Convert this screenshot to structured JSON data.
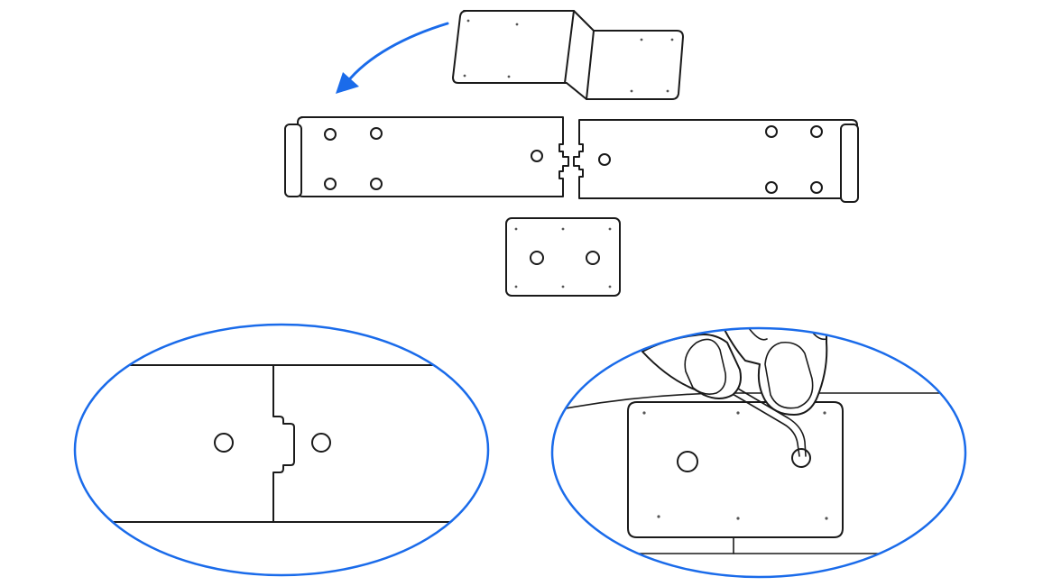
{
  "diagram": {
    "description_visible_text": "",
    "accent_color": "#1a6bea",
    "line_color": "#1a1a1a",
    "background_color": "#ffffff",
    "parts": [
      {
        "id": "bent-bracket",
        "icon": "bent-bracket-icon"
      },
      {
        "id": "left-rail",
        "icon": "rail-icon"
      },
      {
        "id": "right-rail",
        "icon": "rail-icon"
      },
      {
        "id": "connector-plate",
        "icon": "plate-icon"
      }
    ],
    "callouts": [
      {
        "id": "joint-detail",
        "icon": "puzzle-joint-icon"
      },
      {
        "id": "plate-fasten-detail",
        "icon": "hex-key-icon"
      }
    ]
  }
}
